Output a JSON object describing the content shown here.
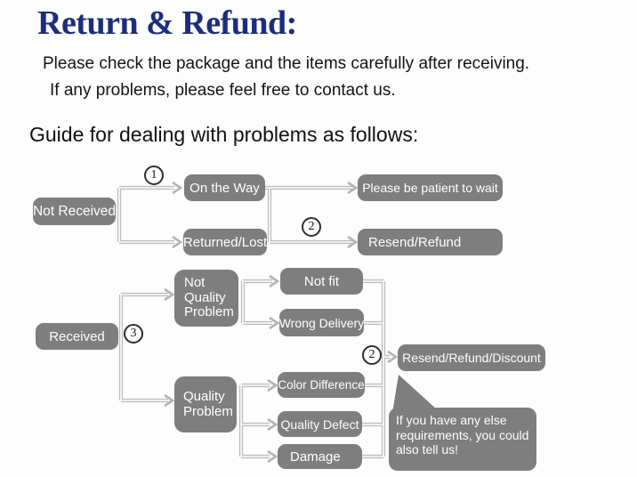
{
  "header": {
    "title": "Return & Refund:",
    "line1": "Please check the package and the items carefully after receiving.",
    "line2": "If any problems, please feel free to contact us.",
    "guide_heading": "Guide for dealing with problems as follows:"
  },
  "flowchart": {
    "nodes": {
      "not_received": "Not Received",
      "on_the_way": "On the Way",
      "returned_lost": "Returned/Lost",
      "patient_wait": "Please be patient to wait",
      "resend_refund": "Resend/Refund",
      "received": "Received",
      "not_quality_problem": "Not Quality Problem",
      "not_fit": "Not fit",
      "wrong_delivery": "Wrong Delivery",
      "quality_problem": "Quality Problem",
      "color_difference": "Color Difference",
      "quality_defect": "Quality Defect",
      "damage": "Damage",
      "resend_refund_discount": "Resend/Refund/Discount"
    },
    "steps": {
      "s1": "1",
      "s2": "2",
      "s3": "3",
      "s4": "2"
    },
    "bubble_note": "If you have any else requirements, you could also tell us!"
  },
  "colors": {
    "title_navy": "#1c2d7c",
    "node_gray": "#7e7e7e",
    "node_text": "#ffffff",
    "connector_gray": "#bdbdbd",
    "body_text": "#141414"
  }
}
